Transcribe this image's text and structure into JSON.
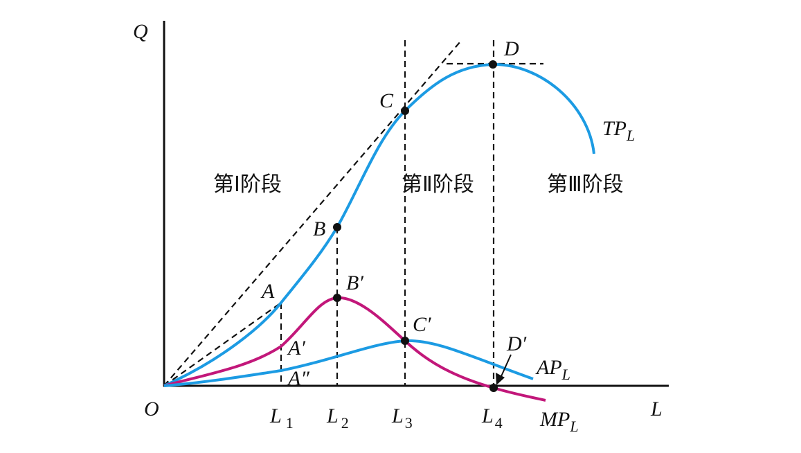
{
  "colors": {
    "tp": "#1c9be3",
    "ap": "#1c9be3",
    "mp": "#c2177a"
  },
  "axes": {
    "y_label": "Q",
    "x_label": "L",
    "origin": "O"
  },
  "ticks": [
    {
      "main": "L",
      "sub": "1"
    },
    {
      "main": "L",
      "sub": "2"
    },
    {
      "main": "L",
      "sub": "3"
    },
    {
      "main": "L",
      "sub": "4"
    }
  ],
  "points": {
    "A": "A",
    "B": "B",
    "C": "C",
    "D": "D",
    "A1": "A′",
    "A2": "A″",
    "B1": "B′",
    "C1": "C′",
    "D1": "D′"
  },
  "curves": {
    "tp": {
      "main": "TP",
      "sub": "L"
    },
    "ap": {
      "main": "AP",
      "sub": "L"
    },
    "mp": {
      "main": "MP",
      "sub": "L"
    }
  },
  "stages": [
    "第Ⅰ阶段",
    "第Ⅱ阶段",
    "第Ⅲ阶段"
  ]
}
